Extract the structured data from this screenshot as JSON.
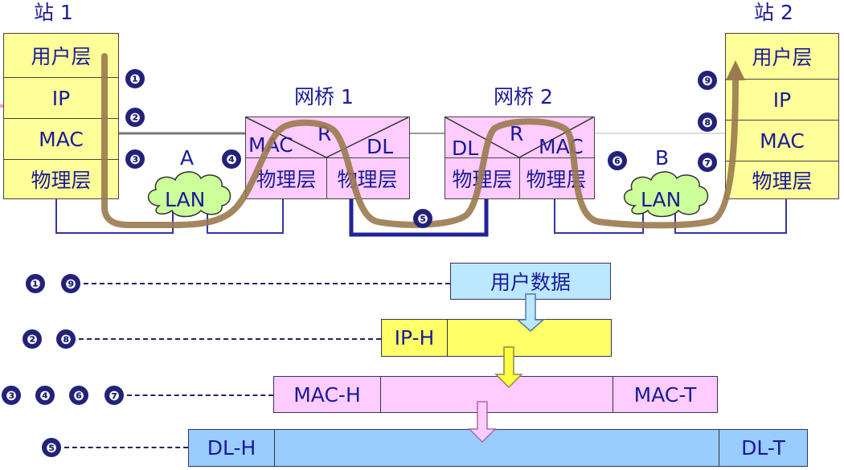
{
  "station1": {
    "title": "站 1",
    "layers": [
      "用户层",
      "IP",
      "MAC",
      "物理层"
    ]
  },
  "station2": {
    "title": "站 2",
    "layers": [
      "用户层",
      "IP",
      "MAC",
      "物理层"
    ]
  },
  "bridge1": {
    "title": "网桥 1",
    "router": "R",
    "left_upper": "MAC",
    "right_upper": "DL",
    "left_lower": "物理层",
    "right_lower": "物理层"
  },
  "bridge2": {
    "title": "网桥 2",
    "router": "R",
    "left_upper": "DL",
    "right_upper": "MAC",
    "left_lower": "物理层",
    "right_lower": "物理层"
  },
  "lanA": {
    "label": "A",
    "cloud": "LAN"
  },
  "lanB": {
    "label": "B",
    "cloud": "LAN"
  },
  "badges": {
    "b1": "❶",
    "b2": "❷",
    "b3": "❸",
    "b4": "❹",
    "b5": "❺",
    "b6": "❻",
    "b7": "❼",
    "b8": "❽",
    "b9": "❾"
  },
  "encap": {
    "row1": {
      "badges": [
        "❶",
        "❾"
      ],
      "data": "用户数据"
    },
    "row2": {
      "badges": [
        "❷",
        "❽"
      ],
      "header": "IP-H"
    },
    "row3": {
      "badges": [
        "❸",
        "❹",
        "❻",
        "❼"
      ],
      "header": "MAC-H",
      "trailer": "MAC-T"
    },
    "row4": {
      "badges": [
        "❺"
      ],
      "header": "DL-H",
      "trailer": "DL-T"
    }
  },
  "colors": {
    "layer_fill": "#ffff99",
    "bridge_fill": "#ffccff",
    "path": "#9a7a4e",
    "cloud": "#ccff99",
    "user_data": "#bbe8ff",
    "ip_bar": "#ffff66",
    "mac_bar": "#ffccff",
    "dl_bar": "#99ccff",
    "line": "#2a2a9a"
  }
}
